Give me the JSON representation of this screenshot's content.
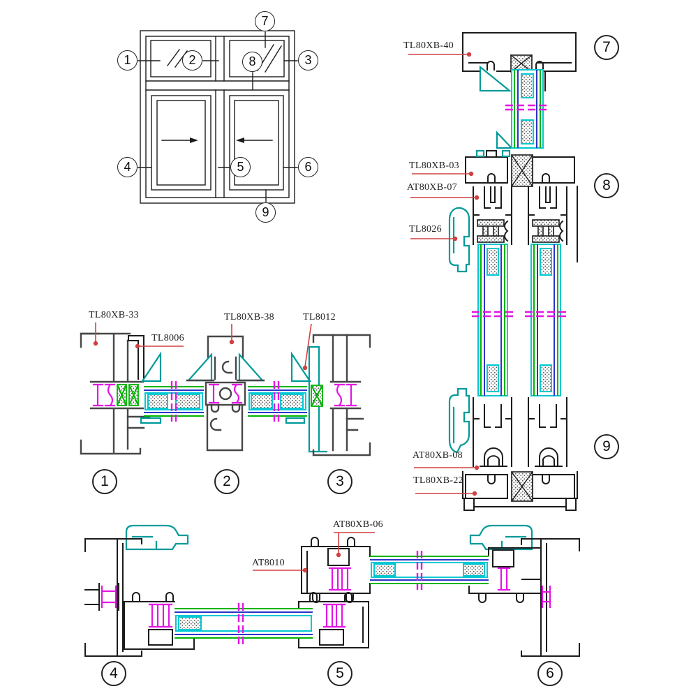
{
  "diagram": {
    "subject": "Aluminium sliding window system - elevation and section details",
    "drawing_type": "window profile cross-sections",
    "colors": {
      "profile_dark": "#1c1c1c",
      "profile_gray": "#474747",
      "gasket_teal": "#009a9a",
      "glass_edge_cyan": "#00c8d2",
      "glass_line_green": "#00b400",
      "glass_line_blue": "#2b35c8",
      "thermal_break_magenta": "#e415e4",
      "leader_red": "#d04040",
      "background": "#ffffff"
    },
    "callouts": {
      "c1": "1",
      "c2": "2",
      "c3": "3",
      "c4": "4",
      "c5": "5",
      "c6": "6",
      "c7": "7",
      "c8": "8",
      "c9": "9"
    },
    "labels": {
      "tl80xb40": "TL80XB-40",
      "tl80xb03": "TL80XB-03",
      "at80xb07": "AT80XB-07",
      "tl8026": "TL8026",
      "at80xb08": "AT80XB-08",
      "tl80xb22": "TL80XB-22",
      "tl80xb33": "TL80XB-33",
      "tl8006": "TL8006",
      "tl80xb38": "TL80XB-38",
      "tl8012": "TL8012",
      "at80xb06": "AT80XB-06",
      "at8010": "AT8010"
    }
  }
}
